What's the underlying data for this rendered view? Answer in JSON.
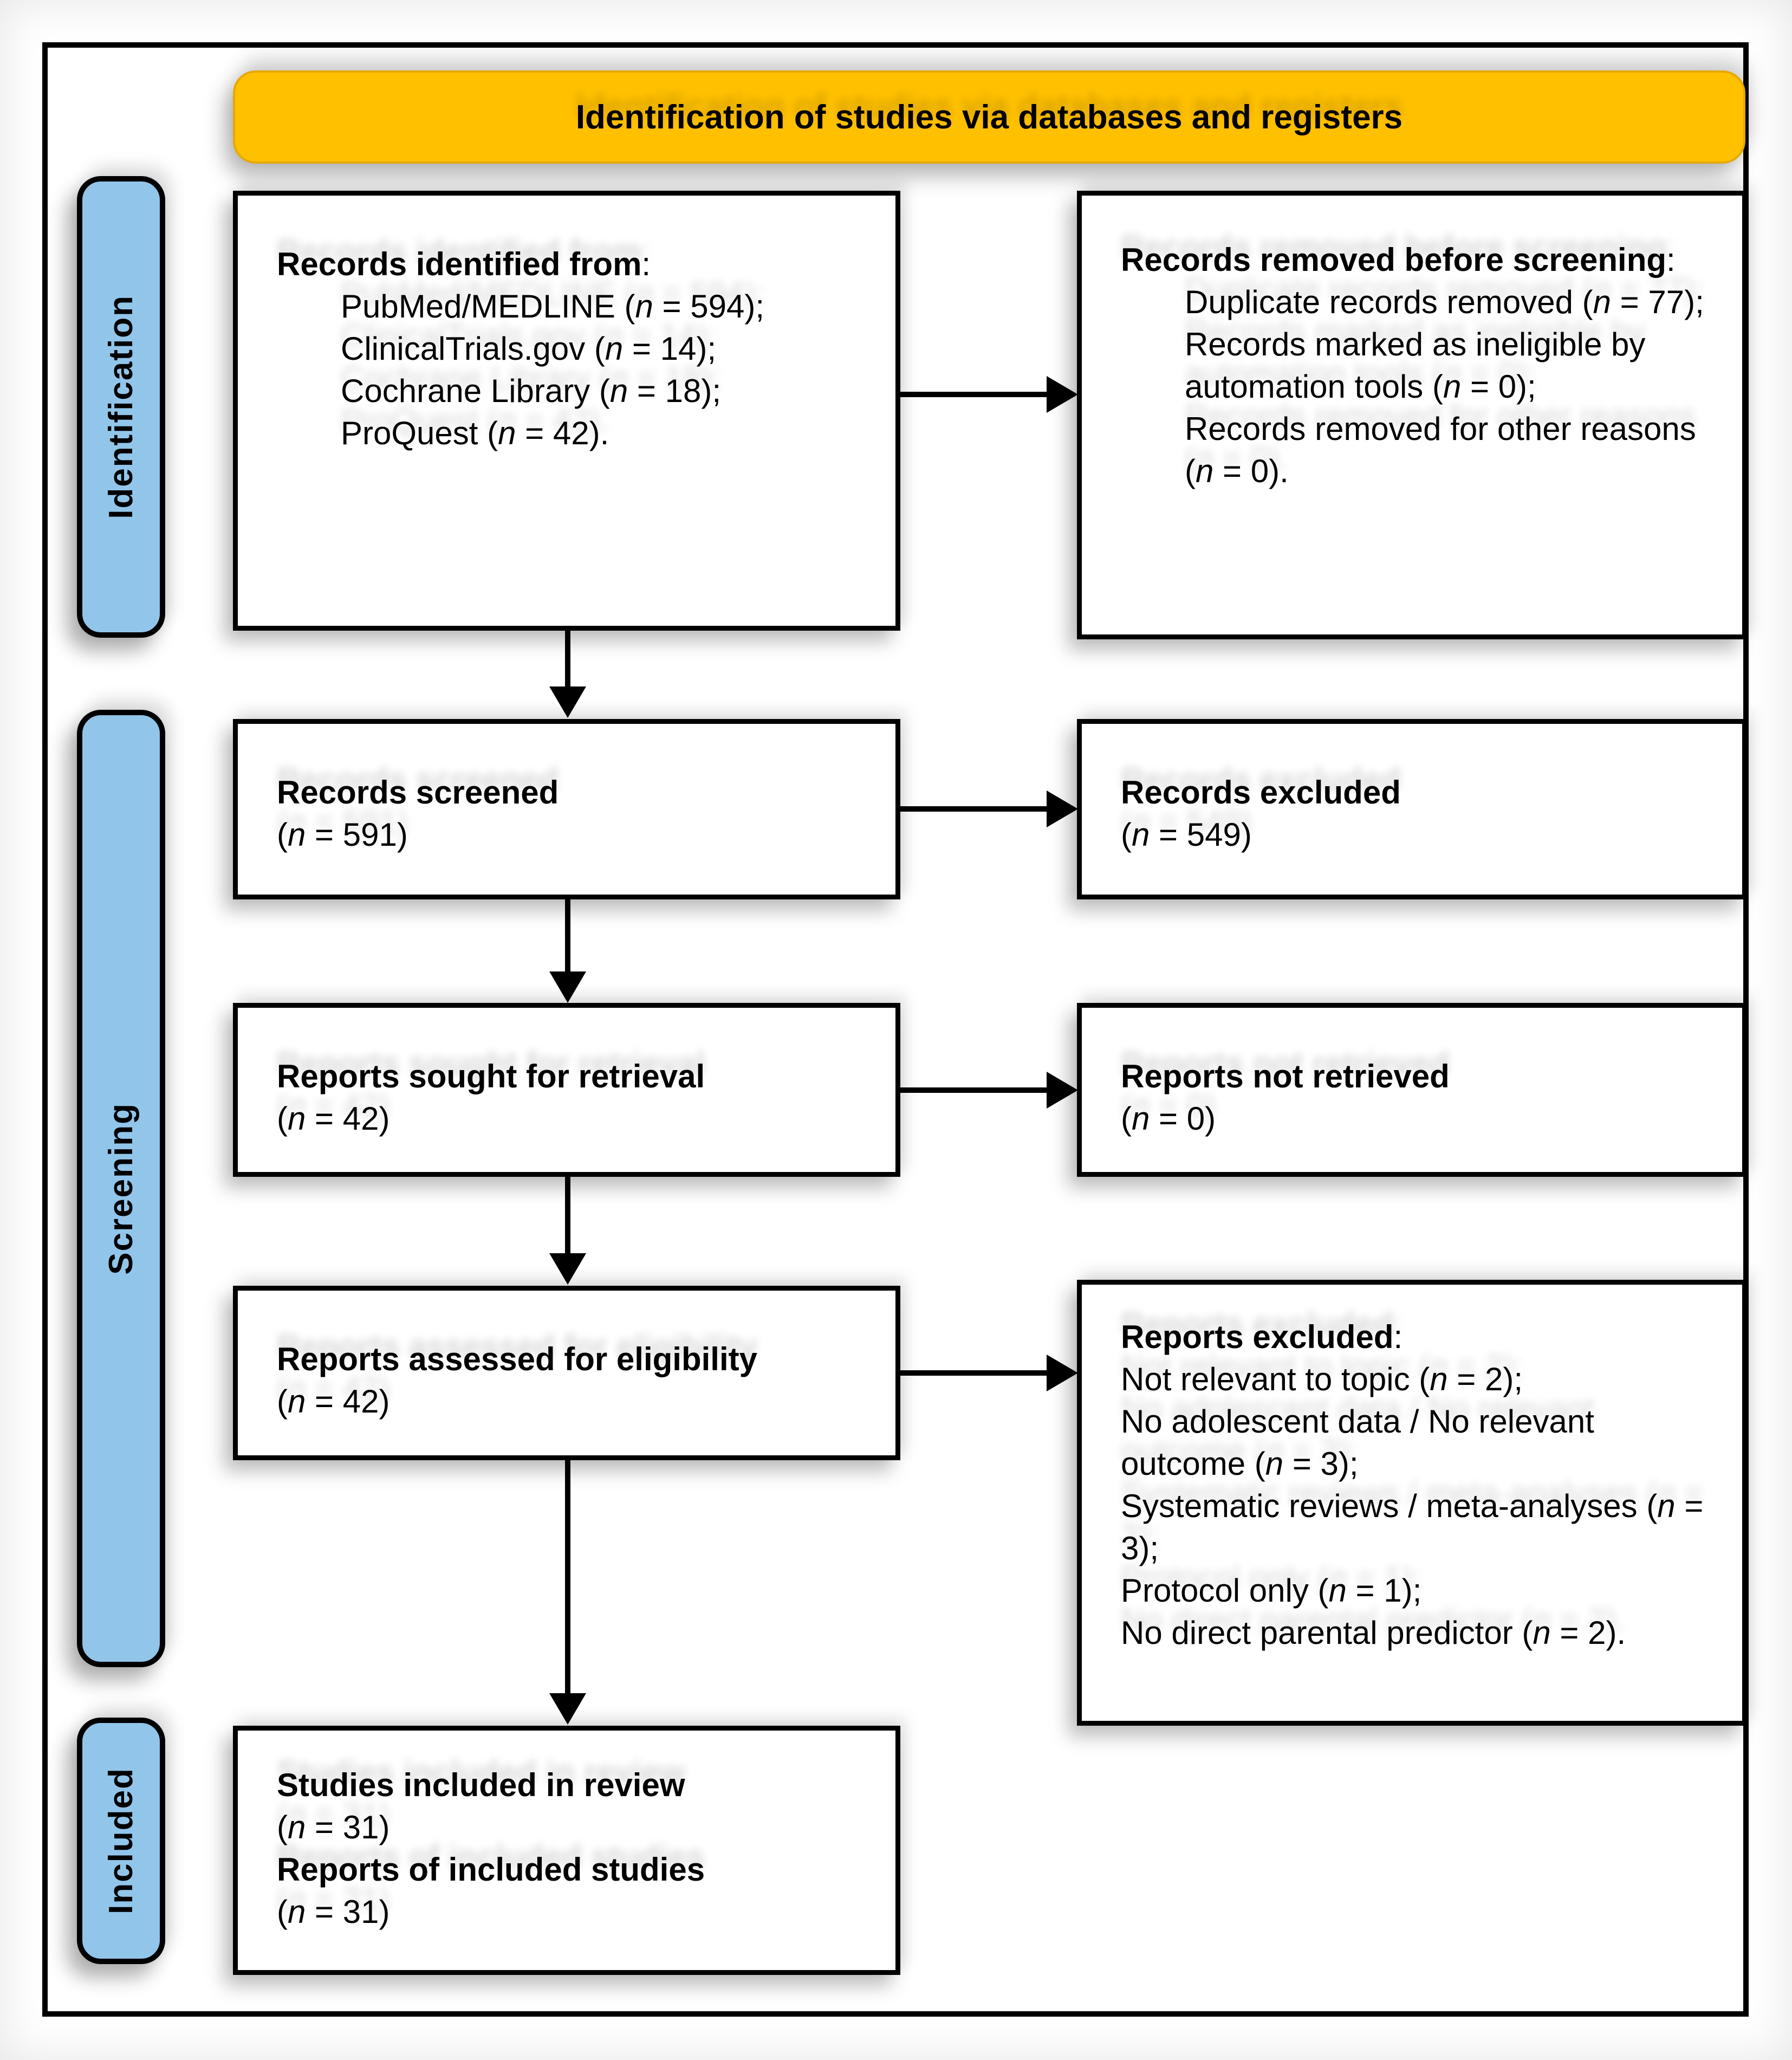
{
  "banner": {
    "title": "Identification of studies via databases and registers"
  },
  "sidebar": {
    "items": [
      {
        "label": "Identification"
      },
      {
        "label": "Screening"
      },
      {
        "label": "Included"
      }
    ]
  },
  "colors": {
    "banner_bg": "#FFC000",
    "sidebar_bg": "#92C5EA",
    "border": "#000000",
    "box_bg": "#FFFFFF"
  },
  "boxes": {
    "identified": {
      "lines": [
        {
          "seg": [
            {
              "t": "Records identified from",
              "b": true
            },
            {
              "t": ":"
            }
          ]
        },
        {
          "ind": true,
          "seg": [
            {
              "t": "PubMed/MEDLINE ("
            },
            {
              "t": "n",
              "i": true
            },
            {
              "t": " = 594);"
            }
          ]
        },
        {
          "ind": true,
          "seg": [
            {
              "t": "ClinicalTrials.gov ("
            },
            {
              "t": "n",
              "i": true
            },
            {
              "t": " = 14);"
            }
          ]
        },
        {
          "ind": true,
          "seg": [
            {
              "t": "Cochrane Library ("
            },
            {
              "t": "n",
              "i": true
            },
            {
              "t": " = 18);"
            }
          ]
        },
        {
          "ind": true,
          "seg": [
            {
              "t": "ProQuest ("
            },
            {
              "t": "n",
              "i": true
            },
            {
              "t": " = 42)."
            }
          ]
        }
      ]
    },
    "removed": {
      "lines": [
        {
          "seg": [
            {
              "t": "Records removed before screening",
              "b": true
            },
            {
              "t": ":"
            }
          ]
        },
        {
          "ind": true,
          "seg": [
            {
              "t": "Duplicate records removed ("
            },
            {
              "t": "n",
              "i": true
            },
            {
              "t": " = 77);"
            }
          ]
        },
        {
          "ind": true,
          "seg": [
            {
              "t": "Records marked as ineligible by automation tools ("
            },
            {
              "t": "n",
              "i": true
            },
            {
              "t": " = 0);"
            }
          ]
        },
        {
          "ind": true,
          "seg": [
            {
              "t": "Records removed for other reasons ("
            },
            {
              "t": "n",
              "i": true
            },
            {
              "t": " = 0)."
            }
          ]
        }
      ]
    },
    "screened": {
      "lines": [
        {
          "seg": [
            {
              "t": "Records screened",
              "b": true
            }
          ]
        },
        {
          "seg": [
            {
              "t": "("
            },
            {
              "t": "n",
              "i": true
            },
            {
              "t": " = 591)"
            }
          ]
        }
      ]
    },
    "excluded": {
      "lines": [
        {
          "seg": [
            {
              "t": "Records excluded",
              "b": true
            }
          ]
        },
        {
          "seg": [
            {
              "t": "("
            },
            {
              "t": "n",
              "i": true
            },
            {
              "t": " = 549)"
            }
          ]
        }
      ]
    },
    "sought": {
      "lines": [
        {
          "seg": [
            {
              "t": "Reports sought for retrieval",
              "b": true
            }
          ]
        },
        {
          "seg": [
            {
              "t": "("
            },
            {
              "t": "n",
              "i": true
            },
            {
              "t": " = 42)"
            }
          ]
        }
      ]
    },
    "not_retrieved": {
      "lines": [
        {
          "seg": [
            {
              "t": "Reports not retrieved",
              "b": true
            }
          ]
        },
        {
          "seg": [
            {
              "t": "("
            },
            {
              "t": "n",
              "i": true
            },
            {
              "t": " = 0)"
            }
          ]
        }
      ]
    },
    "assessed": {
      "lines": [
        {
          "seg": [
            {
              "t": "Reports assessed for eligibility",
              "b": true
            }
          ]
        },
        {
          "seg": [
            {
              "t": "("
            },
            {
              "t": "n",
              "i": true
            },
            {
              "t": " = 42)"
            }
          ]
        }
      ]
    },
    "reports_excluded": {
      "lines": [
        {
          "seg": [
            {
              "t": "Reports excluded",
              "b": true
            },
            {
              "t": ":"
            }
          ]
        },
        {
          "seg": [
            {
              "t": "Not relevant to topic ("
            },
            {
              "t": "n",
              "i": true
            },
            {
              "t": " = 2);"
            }
          ]
        },
        {
          "seg": [
            {
              "t": "No adolescent data / No relevant outcome ("
            },
            {
              "t": "n",
              "i": true
            },
            {
              "t": " = 3);"
            }
          ]
        },
        {
          "seg": [
            {
              "t": "Systematic reviews / meta-analyses ("
            },
            {
              "t": "n",
              "i": true
            },
            {
              "t": " = 3);"
            }
          ]
        },
        {
          "seg": [
            {
              "t": "Protocol only ("
            },
            {
              "t": "n",
              "i": true
            },
            {
              "t": " = 1);"
            }
          ]
        },
        {
          "seg": [
            {
              "t": "No direct parental predictor ("
            },
            {
              "t": "n",
              "i": true
            },
            {
              "t": " = 2)."
            }
          ]
        }
      ]
    },
    "included_studies": {
      "lines": [
        {
          "seg": [
            {
              "t": "Studies included in review",
              "b": true
            }
          ]
        },
        {
          "seg": [
            {
              "t": "("
            },
            {
              "t": "n",
              "i": true
            },
            {
              "t": " = 31)"
            }
          ]
        },
        {
          "seg": [
            {
              "t": "Reports of included studies",
              "b": true
            }
          ]
        },
        {
          "seg": [
            {
              "t": "("
            },
            {
              "t": "n",
              "i": true
            },
            {
              "t": " = 31)"
            }
          ]
        }
      ]
    }
  }
}
